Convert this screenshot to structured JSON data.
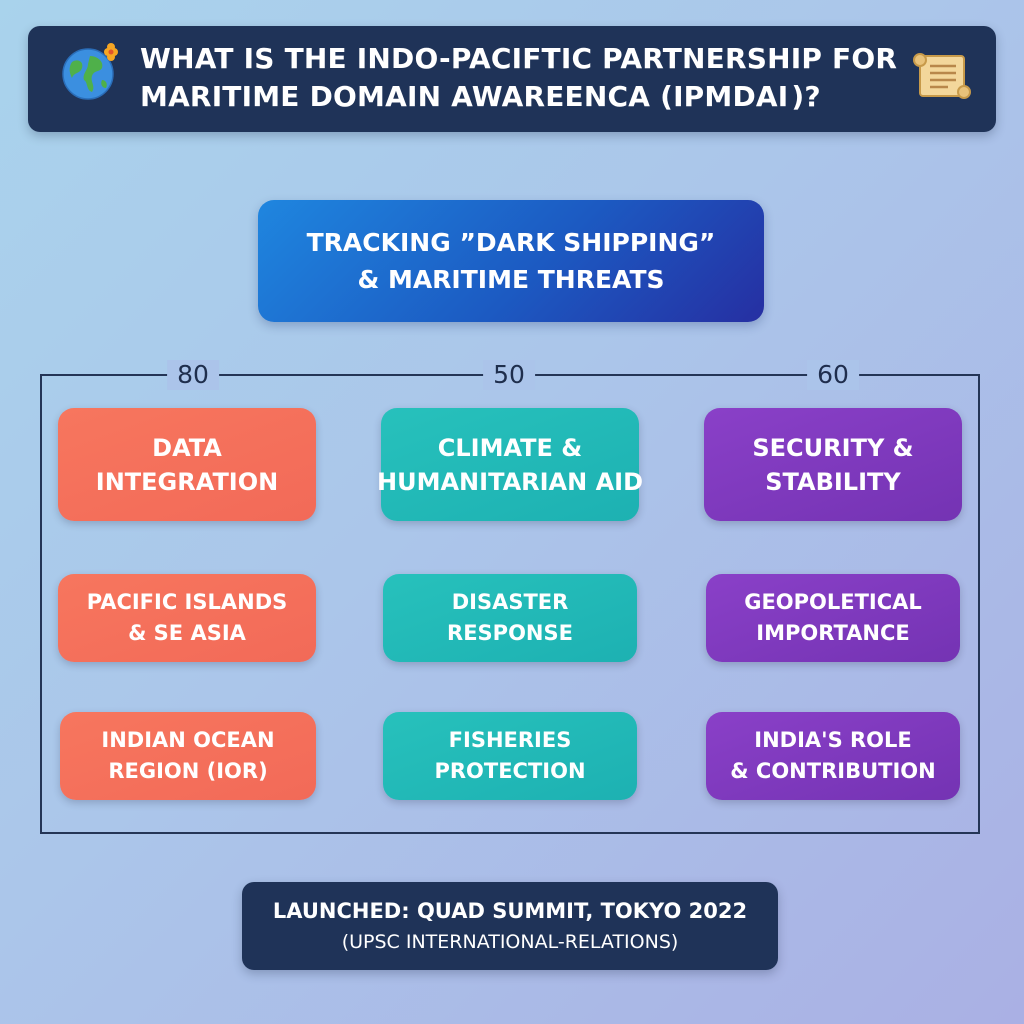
{
  "header": {
    "title_line1": "WHAT IS THE INDO-PACIFTIC PARTNERSHIP FOR",
    "title_line2": "MARITIME DOMAIN AWAREENCA (IPMDAI )?",
    "left_icon": "globe-with-flower-icon",
    "right_icon": "scroll-icon"
  },
  "hero": {
    "line1": "TRACKING ”DARK SHIPPING”",
    "line2": "& MARITIME THREATS"
  },
  "columns": [
    {
      "label": "80"
    },
    {
      "label": "50"
    },
    {
      "label": "60"
    }
  ],
  "cards": [
    {
      "line1": "DATA",
      "line2": "INTEGRATION"
    },
    {
      "line1": "CLIMATE &",
      "line2": "HUMANITARIAN AID"
    },
    {
      "line1": "SECURITY &",
      "line2": "STABILITY"
    },
    {
      "line1": "PACIFIC ISLANDS",
      "line2": "& SE ASIA"
    },
    {
      "line1": "DISASTER",
      "line2": "RESPONSE"
    },
    {
      "line1": "GEOPOLETICAL",
      "line2": "IMPORTANCE"
    },
    {
      "line1": "INDIAN OCEAN",
      "line2": "REGION (IOR)"
    },
    {
      "line1": "FISHERIES",
      "line2": "PROTECTION"
    },
    {
      "line1": "INDIA'S ROLE",
      "line2": "& CONTRIBUTION"
    }
  ],
  "footer": {
    "line1": "LAUNCHED: QUAD SUMMIT, TOKYO 2022",
    "line2": "(UPSC INTERNATIONAL-RELATIONS)"
  },
  "colors": {
    "navy": "#1f3358",
    "coral": "#f26a58",
    "teal": "#1db1b2",
    "purple": "#7433b3",
    "hero_blue": "#1c5ac2"
  }
}
